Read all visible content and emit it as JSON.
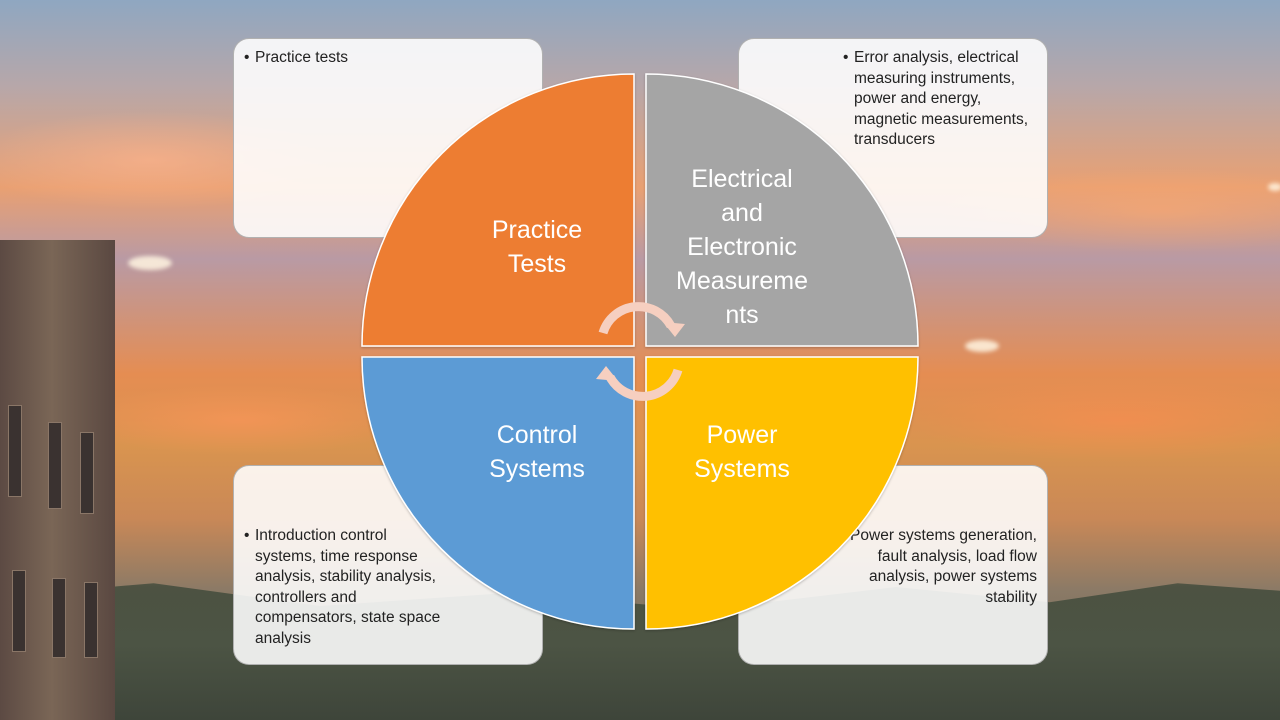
{
  "diagram": {
    "quadrants": [
      {
        "id": "top-left",
        "label_lines": [
          "Practice",
          "Tests"
        ],
        "color": "#ED7D31"
      },
      {
        "id": "top-right",
        "label_lines": [
          "Electrical",
          "and",
          "Electronic",
          "Measureme",
          "nts"
        ],
        "color": "#A5A5A5"
      },
      {
        "id": "bottom-left",
        "label_lines": [
          "Control",
          "Systems"
        ],
        "color": "#5B9BD5"
      },
      {
        "id": "bottom-right",
        "label_lines": [
          "Power",
          "Systems"
        ],
        "color": "#FFC000"
      }
    ],
    "arrow_color": "#F6CFC0",
    "text_boxes": {
      "top_left": {
        "bullet": "Practice tests"
      },
      "top_right": {
        "bullet": "Error analysis, electrical measuring instruments, power and energy, magnetic measurements, transducers"
      },
      "bottom_left": {
        "bullet": "Introduction control systems, time response analysis, stability analysis, controllers and compensators, state space analysis"
      },
      "bottom_right": {
        "bullet": "Power systems generation, fault analysis, load flow analysis, power systems stability"
      }
    }
  }
}
